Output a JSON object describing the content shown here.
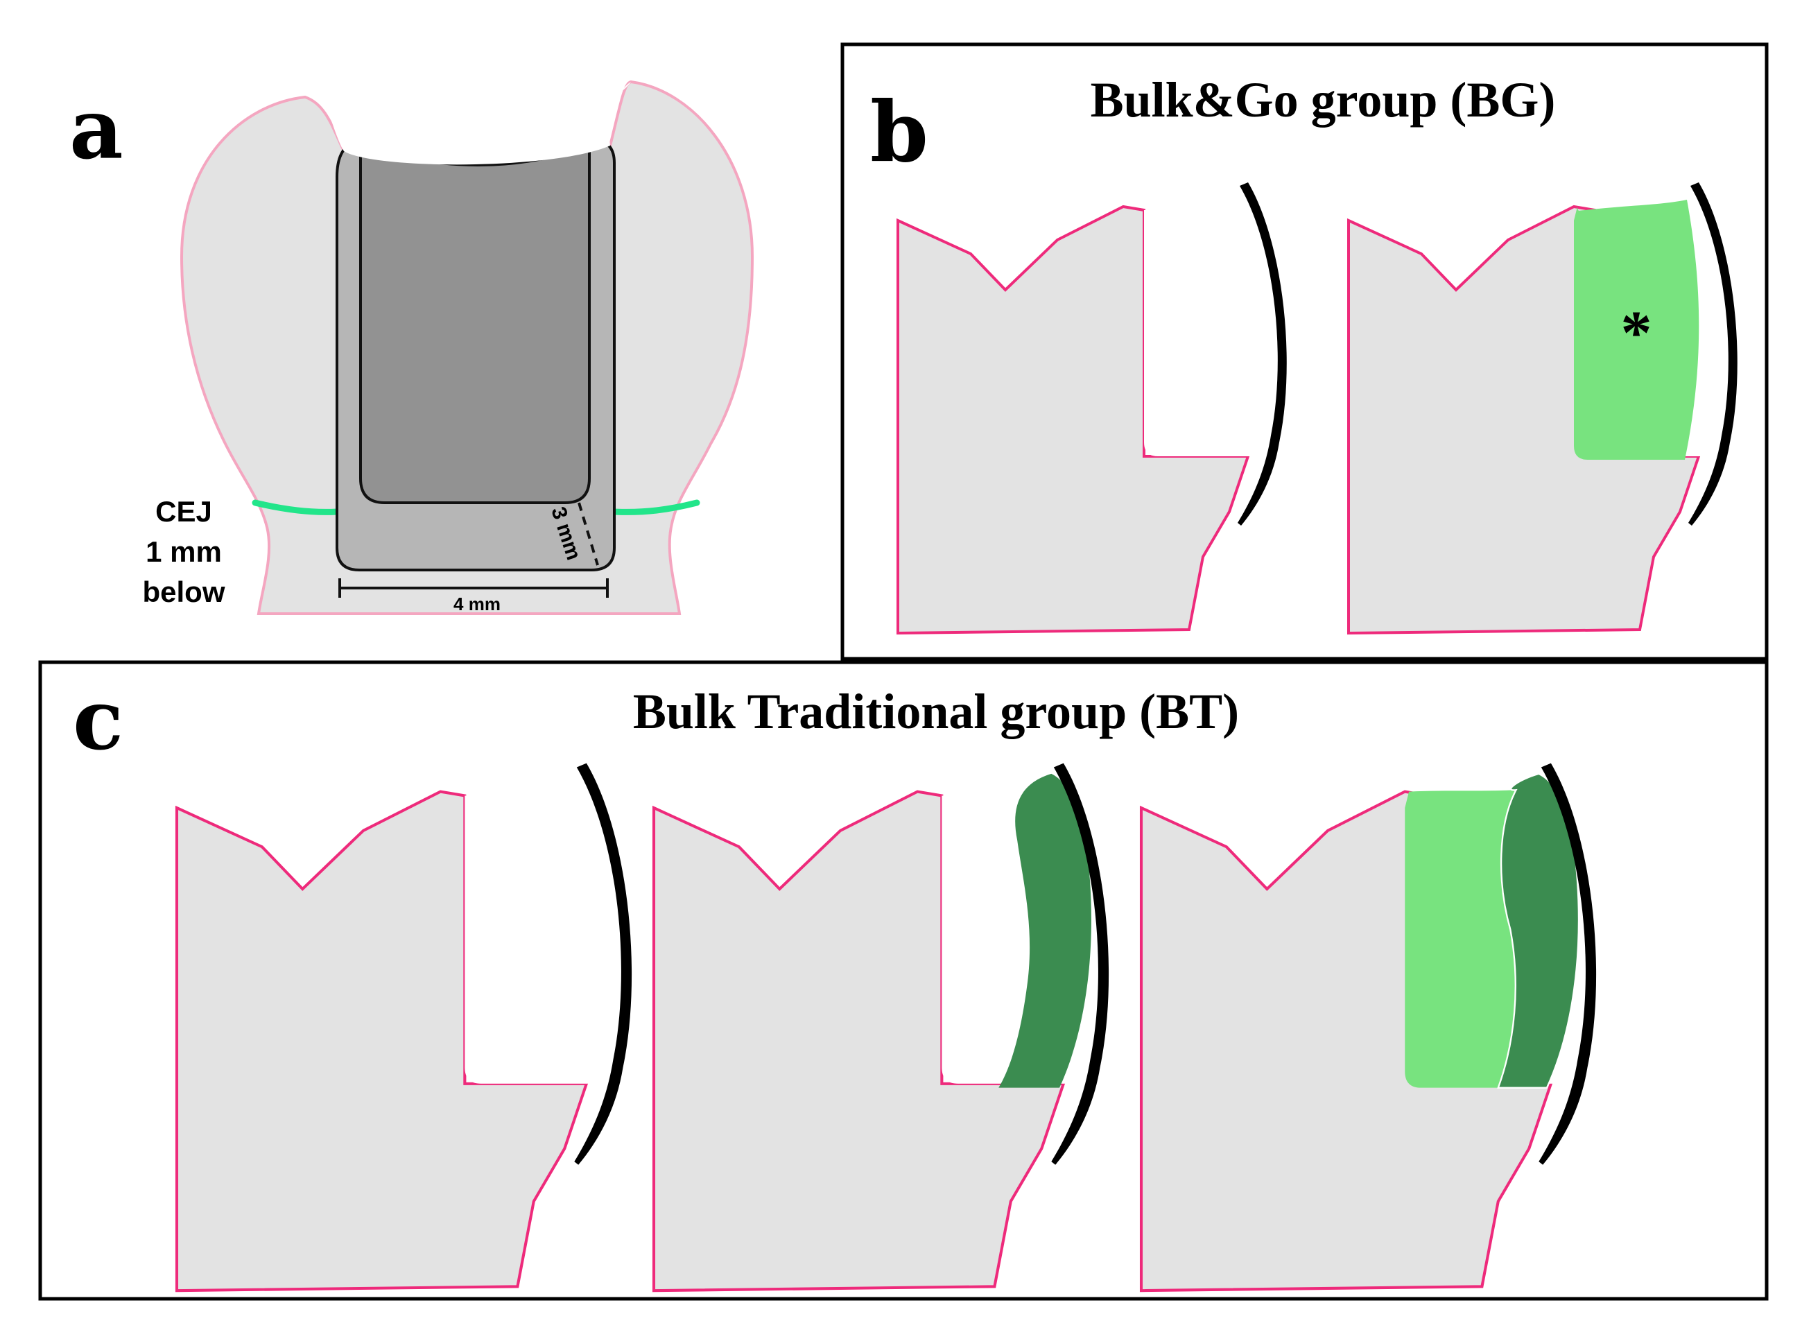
{
  "panel_a": {
    "letter": "a",
    "cej_label": [
      "CEJ",
      "1 mm",
      "below"
    ],
    "width_label": "4 mm",
    "depth_label": "3 mm"
  },
  "panel_b": {
    "letter": "b",
    "title": "Bulk&Go group (BG)",
    "marker": "*"
  },
  "panel_c": {
    "letter": "c",
    "title": "Bulk Traditional group (BT)"
  },
  "colors": {
    "tooth": "#e3e3e3",
    "outline_pink": "#ee2a7b",
    "bulk_fill_light_green": "#78e37f",
    "flowable_dark_green": "#3b8c50",
    "cavity_dark": "#929292",
    "cavity_mid": "#b6b6b6",
    "cej_green": "#22e58a",
    "matrix_black": "#000000"
  }
}
